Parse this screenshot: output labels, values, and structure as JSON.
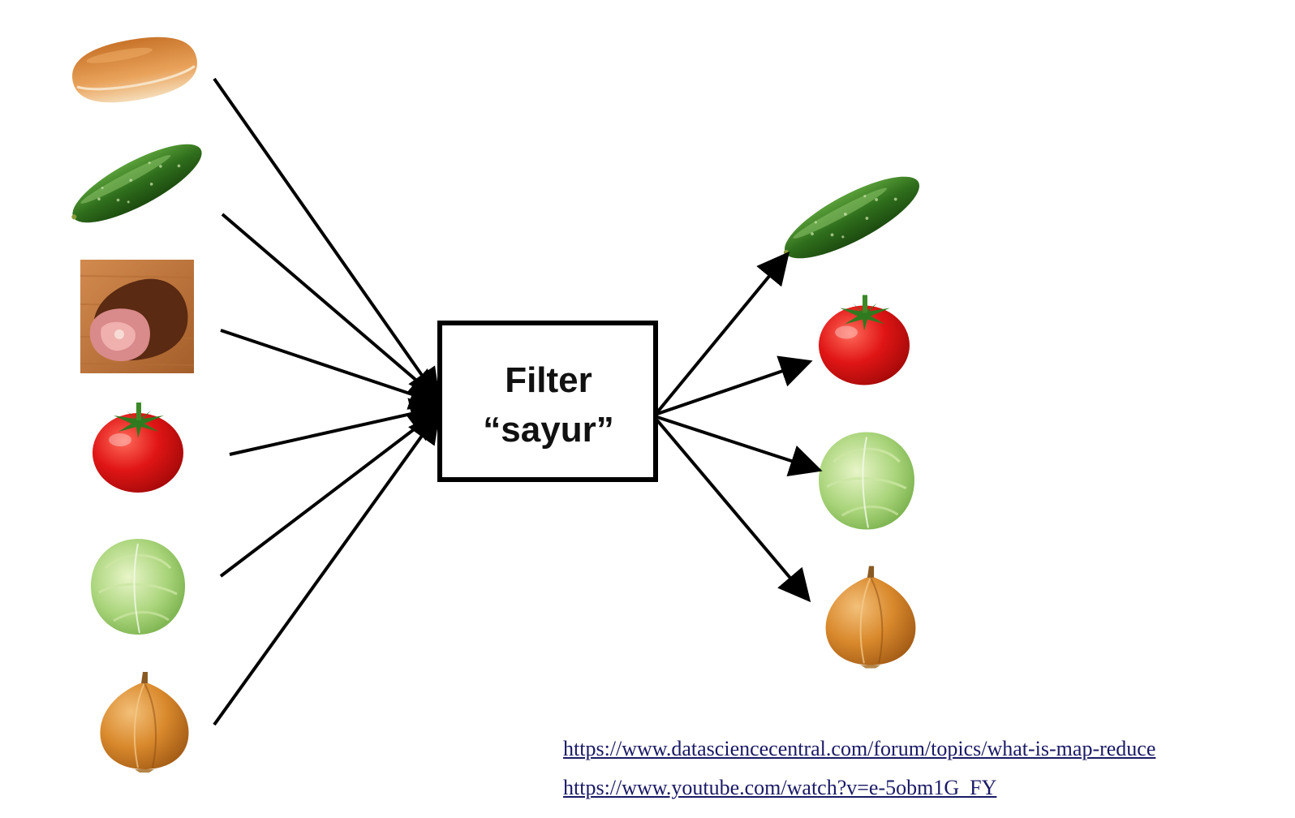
{
  "filter": {
    "line1": "Filter",
    "line2": "“sayur”"
  },
  "inputs": [
    {
      "item": "bread-icon"
    },
    {
      "item": "cucumber-icon"
    },
    {
      "item": "ham-icon"
    },
    {
      "item": "tomato-icon"
    },
    {
      "item": "cabbage-icon"
    },
    {
      "item": "onion-icon"
    }
  ],
  "outputs": [
    {
      "item": "cucumber-icon"
    },
    {
      "item": "tomato-icon"
    },
    {
      "item": "cabbage-icon"
    },
    {
      "item": "onion-icon"
    }
  ],
  "links": {
    "url1": "https://www.datasciencecentral.com/forum/topics/what-is-map-reduce",
    "url2": "https://www.youtube.com/watch?v=e-5obm1G_FY"
  },
  "colors": {
    "arrow": "#000000",
    "box_border": "#000000",
    "link": "#1a1a66"
  }
}
